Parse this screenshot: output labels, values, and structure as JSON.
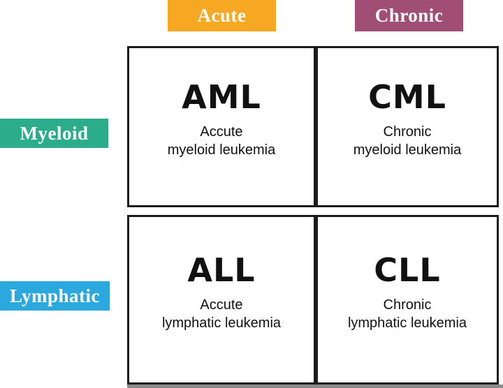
{
  "diagram": {
    "name": "leukemia-classification-matrix",
    "column_headers": [
      {
        "label": "Acute",
        "color": "#F7A823"
      },
      {
        "label": "Chronic",
        "color": "#A04E76"
      }
    ],
    "row_headers": [
      {
        "label": "Myeloid",
        "color": "#2BAD8C"
      },
      {
        "label": "Lymphatic",
        "color": "#2BA9DE"
      }
    ],
    "cells": [
      {
        "abbr": "AML",
        "description": "Accute\nmyeloid leukemia"
      },
      {
        "abbr": "CML",
        "description": "Chronic\nmyeloid leukemia"
      },
      {
        "abbr": "ALL",
        "description": "Accute\nlymphatic leukemia"
      },
      {
        "abbr": "CLL",
        "description": "Chronic\nlymphatic leukemia"
      }
    ],
    "styles": {
      "border_color": "#1c1c1c",
      "text_color": "#111111",
      "bottom_strip_color": "#8b8b8b"
    }
  }
}
